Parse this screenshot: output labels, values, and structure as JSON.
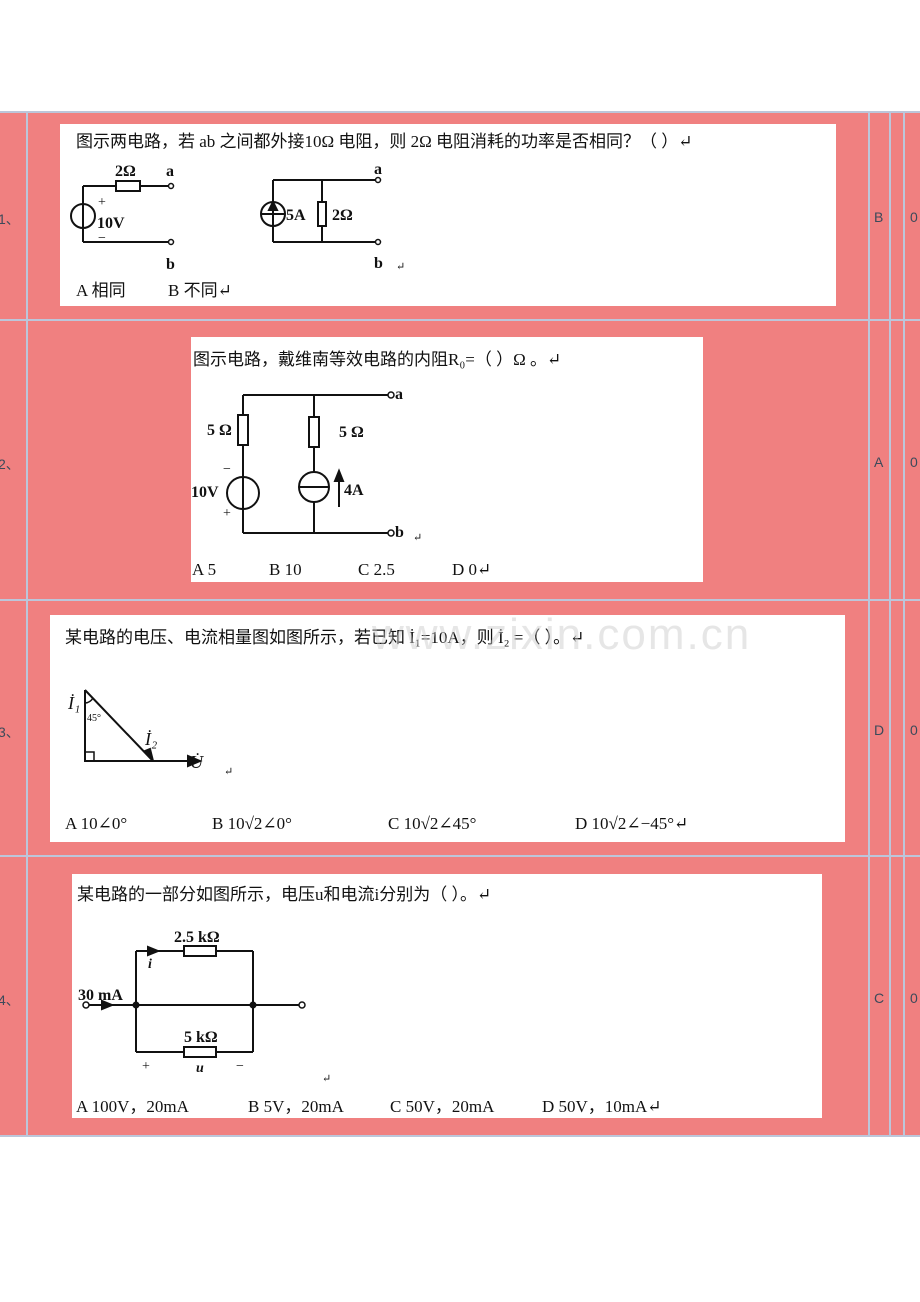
{
  "watermark": "www.zixin.com.cn",
  "questions": [
    {
      "number": "1、",
      "answer": "B",
      "score": "0",
      "text": "图示两电路，若 ab 之间都外接10Ω 电阻，则 2Ω 电阻消耗的功率是否相同？（    ）↵",
      "labels": {
        "r1": "2Ω",
        "a1": "a",
        "b1": "b",
        "plus": "+",
        "minus": "−",
        "v": "10V",
        "i": "5A",
        "r2": "2Ω",
        "a2": "a",
        "b2": "b",
        "ret": "↵"
      },
      "options": [
        "A 相同",
        "B 不同↵"
      ]
    },
    {
      "number": "2、",
      "answer": "A",
      "score": "0",
      "text": "图示电路，戴维南等效电路的内阻R₀=（    ）Ω 。↵",
      "labels": {
        "r1": "5 Ω",
        "r2": "5 Ω",
        "v": "10V",
        "minus": "−",
        "plus": "+",
        "i": "4A",
        "a": "a",
        "b": "b",
        "ret": "↵"
      },
      "options": [
        "A 5",
        "B 10",
        "C 2.5",
        "D 0↵"
      ]
    },
    {
      "number": "3、",
      "answer": "D",
      "score": "0",
      "text": "某电路的电压、电流相量图如图所示，若已知 İ₁=10A，则 İ₂ =（    ）。↵",
      "labels": {
        "i1": "İ₁",
        "angle": "45°",
        "i2": "İ₂",
        "u": "U̇",
        "ret": "↵"
      },
      "options": [
        "A  10∠0°",
        "B  10√2∠0°",
        "C  10√2∠45°",
        "D  10√2∠−45°↵"
      ]
    },
    {
      "number": "4、",
      "answer": "C",
      "score": "0",
      "text": "某电路的一部分如图所示，电压u和电流i分别为（    ）。↵",
      "labels": {
        "r1": "2.5 kΩ",
        "i": "i",
        "src": "30 mA",
        "r2": "5 kΩ",
        "plus": "+",
        "u": "u",
        "minus": "−",
        "ret": "↵"
      },
      "options": [
        "A 100V，20mA",
        "B 5V，20mA",
        "C 50V，20mA",
        "D 50V，10mA↵"
      ]
    }
  ]
}
